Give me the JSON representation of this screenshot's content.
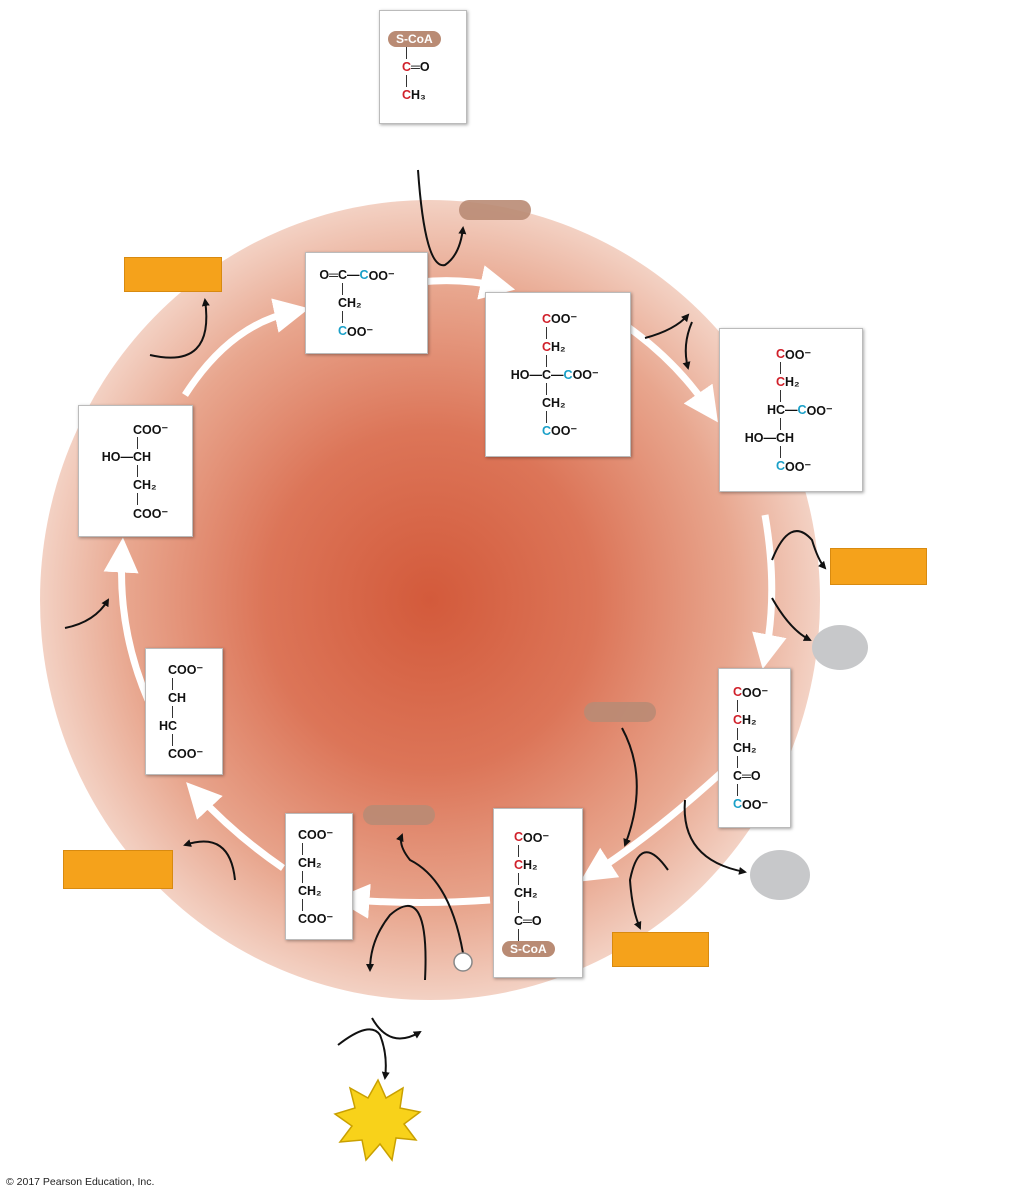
{
  "molecules": [
    {
      "id": "acetyl-coa",
      "rows": [
        {
          "pill": "S-CoA"
        },
        {
          "m": [
            [
              "C",
              "red"
            ],
            [
              "═O"
            ]
          ]
        },
        {
          "m": [
            [
              "C",
              "red"
            ],
            [
              "H₃"
            ]
          ]
        }
      ]
    },
    {
      "id": "oxaloacetate",
      "rows": [
        {
          "l": "O═",
          "m": [
            [
              "C"
            ],
            [
              "—"
            ],
            [
              "C",
              "blue"
            ],
            [
              "OO⁻"
            ]
          ]
        },
        {
          "m": [
            [
              "CH₂"
            ]
          ]
        },
        {
          "m": [
            [
              "C",
              "blue"
            ],
            [
              "OO⁻"
            ]
          ]
        }
      ]
    },
    {
      "id": "citrate",
      "rows": [
        {
          "m": [
            [
              "C",
              "red"
            ],
            [
              "OO⁻"
            ]
          ]
        },
        {
          "m": [
            [
              "C",
              "red"
            ],
            [
              "H₂"
            ]
          ]
        },
        {
          "l": "HO—",
          "m": [
            [
              "C—"
            ],
            [
              "C",
              "blue"
            ],
            [
              "OO⁻"
            ]
          ]
        },
        {
          "m": [
            [
              "CH₂"
            ]
          ]
        },
        {
          "m": [
            [
              "C",
              "blue"
            ],
            [
              "OO⁻"
            ]
          ]
        }
      ]
    },
    {
      "id": "isocitrate",
      "rows": [
        {
          "m": [
            [
              "C",
              "red"
            ],
            [
              "OO⁻"
            ]
          ]
        },
        {
          "m": [
            [
              "C",
              "red"
            ],
            [
              "H₂"
            ]
          ]
        },
        {
          "l": "H",
          "m": [
            [
              "C—"
            ],
            [
              "C",
              "blue"
            ],
            [
              "OO⁻"
            ]
          ]
        },
        {
          "l": "HO—",
          "m": [
            [
              "CH"
            ]
          ]
        },
        {
          "m": [
            [
              "C",
              "blue"
            ],
            [
              "OO⁻"
            ]
          ]
        }
      ]
    },
    {
      "id": "alpha-ketoglutarate",
      "rows": [
        {
          "m": [
            [
              "C",
              "red"
            ],
            [
              "OO⁻"
            ]
          ]
        },
        {
          "m": [
            [
              "C",
              "red"
            ],
            [
              "H₂"
            ]
          ]
        },
        {
          "m": [
            [
              "CH₂"
            ]
          ]
        },
        {
          "m": [
            [
              "C═O"
            ]
          ]
        },
        {
          "m": [
            [
              "C",
              "blue"
            ],
            [
              "OO⁻"
            ]
          ]
        }
      ]
    },
    {
      "id": "succinyl-coa",
      "rows": [
        {
          "m": [
            [
              "C",
              "red"
            ],
            [
              "OO⁻"
            ]
          ]
        },
        {
          "m": [
            [
              "C",
              "red"
            ],
            [
              "H₂"
            ]
          ]
        },
        {
          "m": [
            [
              "CH₂"
            ]
          ]
        },
        {
          "m": [
            [
              "C═O"
            ]
          ]
        },
        {
          "pill": "S-CoA"
        }
      ]
    },
    {
      "id": "succinate",
      "rows": [
        {
          "m": [
            [
              "COO⁻"
            ]
          ]
        },
        {
          "m": [
            [
              "CH₂"
            ]
          ]
        },
        {
          "m": [
            [
              "CH₂"
            ]
          ]
        },
        {
          "m": [
            [
              "COO⁻"
            ]
          ]
        }
      ]
    },
    {
      "id": "fumarate",
      "rows": [
        {
          "m": [
            [
              "COO⁻"
            ]
          ]
        },
        {
          "m": [
            [
              "CH"
            ]
          ]
        },
        {
          "l": "H",
          "m": [
            [
              "C"
            ]
          ]
        },
        {
          "m": [
            [
              "COO⁻"
            ]
          ]
        }
      ]
    },
    {
      "id": "malate",
      "rows": [
        {
          "m": [
            [
              "COO⁻"
            ]
          ]
        },
        {
          "l": "HO—",
          "m": [
            [
              "CH"
            ]
          ]
        },
        {
          "m": [
            [
              "CH₂"
            ]
          ]
        },
        {
          "m": [
            [
              "COO⁻"
            ]
          ]
        }
      ]
    }
  ],
  "colors": {
    "labeled_carbon_acetyl": "#d0202a",
    "labeled_carbon_oxaloacetate": "#1aa0c8",
    "blank_label": "#f5a21b",
    "coenzyme": "#b98b74",
    "gray_blank": "#c7c8ca",
    "matrix": "#d35a3b"
  },
  "copyright": "© 2017 Pearson Education, Inc."
}
